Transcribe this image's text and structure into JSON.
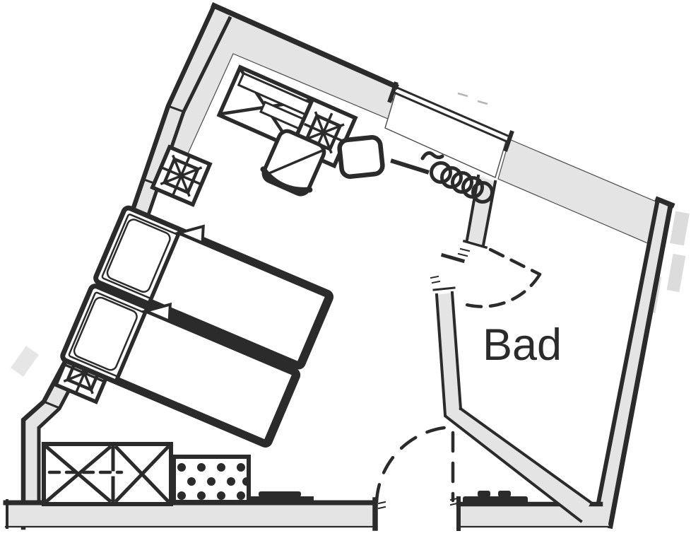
{
  "floorplan": {
    "room_label": "Bad",
    "colors": {
      "wall_fill": "#e4e4e4",
      "line": "#2b2b2b",
      "thin": "#4a4a4a",
      "artifact": "#dcdcdc",
      "bg": "#ffffff"
    },
    "elements": [
      "exterior-walls",
      "window",
      "sloped-ceiling-zones",
      "twin-bed-upper",
      "twin-bed-lower",
      "nightstand-upper",
      "nightstand-lower",
      "desk-with-lamp",
      "desk-chair",
      "side-table",
      "radiator",
      "wardrobe",
      "upholstered-bench",
      "entrance-door-swing",
      "bathroom-door-swing",
      "bathroom"
    ]
  }
}
